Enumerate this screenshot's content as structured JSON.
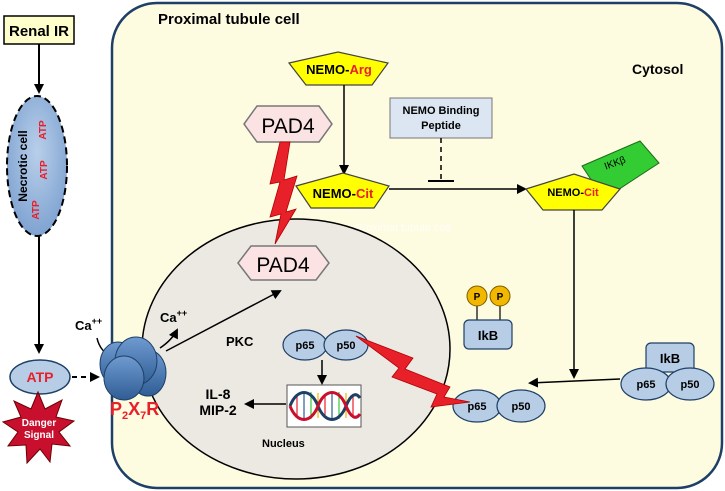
{
  "renal_ir": "Renal IR",
  "necrotic_cell": "Necrotic cell",
  "atp": "ATP",
  "atp_left": "ATP",
  "ca_out": "Ca",
  "ca_superscript": "++",
  "ca_in": "Ca",
  "receptor": {
    "p": "P",
    "s1": "2",
    "x": "X",
    "s2": "7",
    "r": "R"
  },
  "danger_line1": "Danger",
  "danger_line2": "Signal",
  "cell_title": "Proximal tubule cell",
  "cytosol": "Cytosol",
  "nemo_prefix": "NEMO-",
  "arg": "Arg",
  "cit": "Cit",
  "pad4": "PAD4",
  "nemo_binding_peptide": [
    "NEMO Binding",
    "Peptide"
  ],
  "ikkb": "IKKβ",
  "pkc": "PKC",
  "p_label": "P",
  "ikb": "IkB",
  "p65": "p65",
  "p50": "p50",
  "il8": "IL-8",
  "mip2": "MIP-2",
  "nucleus": "Nucleus",
  "watermark": "Proximal tubule cell",
  "colors": {
    "cell_fill": "#fdfbe0",
    "cell_border": "#1e3f66",
    "nucleus_fill": "#ece9e2",
    "yellow_pentagon": "#ffff00",
    "green": "#33cc33",
    "pad4_fill": "#fbe3e3",
    "blue_protein": "#b7cde6",
    "red": "#e8202a",
    "renal_ir_fill": "#ffffcc",
    "peptide_fill": "#dce6f2"
  }
}
